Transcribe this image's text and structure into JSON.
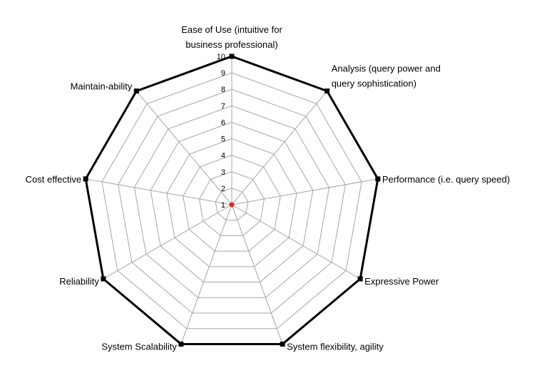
{
  "chart_data": {
    "type": "radar",
    "categories": [
      "Ease of Use (intuitive for business professional)",
      "Analysis (query power and query sophistication)",
      "Performance (i.e. query speed)",
      "Expressive Power",
      "System flexibility, agility",
      "System Scalability",
      "Reliability",
      "Cost effective",
      "Maintain-ability"
    ],
    "category_label_lines": [
      [
        "Ease of Use (intuitive for",
        "business professional)"
      ],
      [
        "Analysis (query power and",
        "query sophistication)"
      ],
      [
        "Performance (i.e. query speed)"
      ],
      [
        "Expressive Power"
      ],
      [
        "System flexibility, agility"
      ],
      [
        "System Scalability"
      ],
      [
        "Reliability"
      ],
      [
        "Cost effective"
      ],
      [
        "Maintain-ability"
      ]
    ],
    "series": [
      {
        "values": [
          10,
          10,
          10,
          10,
          10,
          10,
          10,
          10,
          10
        ],
        "color": "#000000",
        "marker": "square"
      }
    ],
    "center_marker": {
      "value": 1,
      "color": "#e8202a"
    },
    "axis": {
      "min": 1,
      "max": 10,
      "ticks": [
        "1",
        "2",
        "3",
        "4",
        "5",
        "6",
        "7",
        "8",
        "9",
        "10"
      ]
    },
    "grid": true,
    "grid_color": "#a6a6a6",
    "legend": "none"
  }
}
